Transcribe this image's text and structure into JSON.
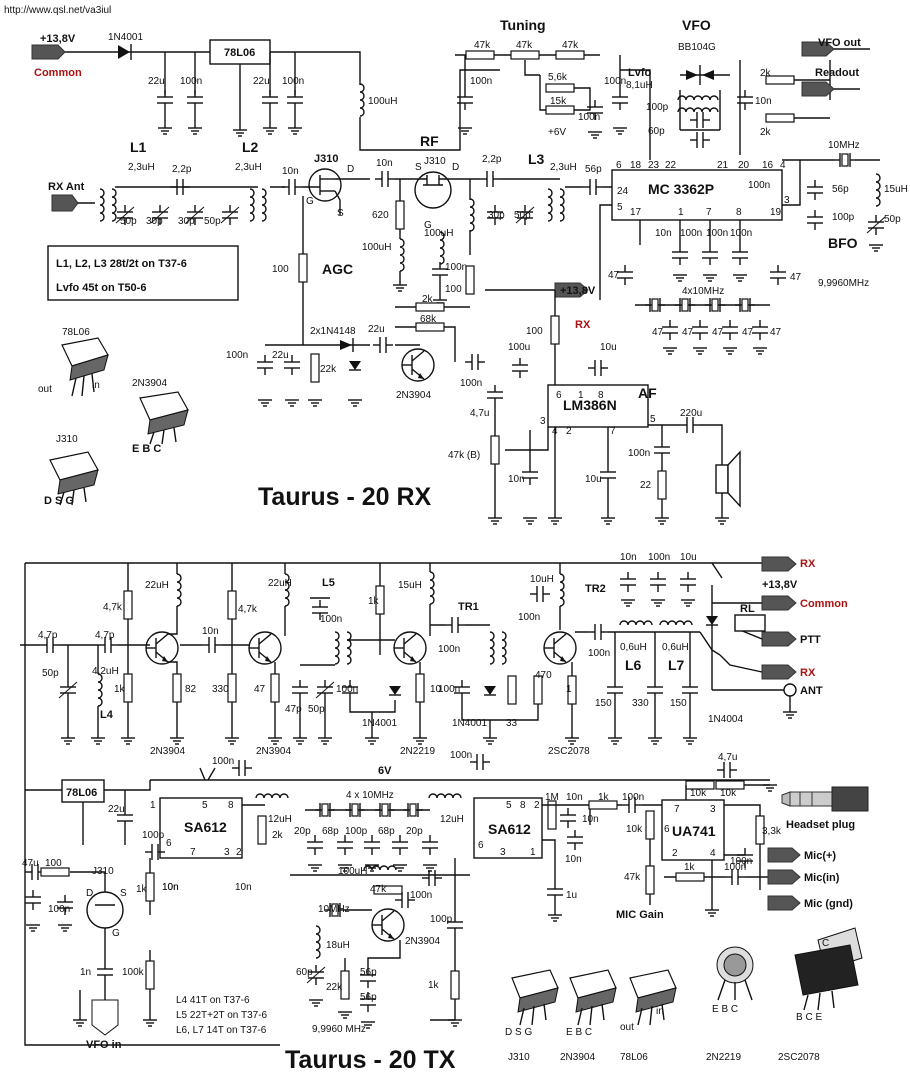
{
  "header": {
    "url": "http://www.qsl.net/va3iul"
  },
  "rx": {
    "title": "Taurus - 20 RX",
    "supply": {
      "voltage": "+13,8V",
      "common": "Common",
      "diode": "1N4001",
      "regulator": "78L06",
      "c1": "22u",
      "c2": "100n",
      "c3": "22u",
      "c4": "100n",
      "choke": "100uH"
    },
    "tuning": {
      "title": "Tuning",
      "r1": "47k",
      "r2": "47k",
      "r3": "47k",
      "r4": "5,6k",
      "r5": "15k",
      "c1": "100n",
      "c2": "100n",
      "c3": "100n",
      "bias": "+6V"
    },
    "vfo": {
      "title": "VFO",
      "varicap": "BB104G",
      "inductor_label": "Lvfo",
      "inductor": "8,1uH",
      "c1": "100p",
      "c2": "60p",
      "out": "VFO out",
      "readout": "Readout",
      "r1": "2k",
      "r2": "2k",
      "c3": "10n"
    },
    "frontend": {
      "ant": "RX Ant",
      "l1": "L1",
      "l1_val": "2,3uH",
      "l2": "L2",
      "l2_val": "2,3uH",
      "c_couple": "2,2p",
      "trims": [
        "50p",
        "30p",
        "30p",
        "50p"
      ],
      "c_out": "10n",
      "fet": "J310",
      "c_rf": "10n",
      "r_src": "620",
      "choke": "100uH",
      "pins": {
        "g": "G",
        "s": "S",
        "d": "D"
      }
    },
    "rf": {
      "title": "RF",
      "fet": "J310",
      "c1": "2,2p",
      "l3": "L3",
      "l3_val": "2,3uH",
      "c2": "56p",
      "trim1": "30p",
      "trim2": "50p",
      "choke": "100uH",
      "c3": "100n",
      "r": "100",
      "pins": {
        "s": "S",
        "d": "D",
        "g": "G"
      }
    },
    "mixer": {
      "ic": "MC 3362P",
      "pins": [
        "6",
        "18",
        "23",
        "22",
        "21",
        "20",
        "16",
        "4",
        "24",
        "5",
        "17",
        "1",
        "7",
        "8",
        "19",
        "3"
      ],
      "caps": [
        "10n",
        "100n",
        "100n",
        "100n"
      ],
      "c_in": "100n",
      "caps_side": [
        "47",
        "47"
      ]
    },
    "bfo": {
      "title": "BFO",
      "freq": "9,9960MHz",
      "xtal": "10MHz",
      "c1": "56p",
      "c2": "100p",
      "l": "15uH",
      "trim": "50p"
    },
    "filter": {
      "label": "4x10MHz",
      "caps": [
        "47",
        "47",
        "47",
        "47",
        "47"
      ]
    },
    "coil_note": {
      "line1": "L1, L2, L3  28t/2t on T37-6",
      "line2": "Lvfo  45t on T50-6"
    },
    "agc": {
      "title": "AGC",
      "diodes": "2x1N4148",
      "c1": "22u",
      "c2": "22u",
      "c3": "100n",
      "r1": "22k",
      "r2": "100",
      "r3": "2k",
      "r4": "68k",
      "c4": "100n",
      "transistor": "2N3904"
    },
    "af": {
      "title": "AF",
      "ic": "LM386N",
      "supply": "+13,8V",
      "rx_label": "RX",
      "r1": "100",
      "c1": "100u",
      "c2": "10u",
      "c3": "4,7u",
      "pot": "47k (B)",
      "c4": "10n",
      "c5": "10u",
      "c6": "100n",
      "r2": "22",
      "c7": "220u",
      "pins": [
        "6",
        "1",
        "8",
        "3",
        "4",
        "2",
        "7",
        "5"
      ]
    },
    "pinouts": {
      "reg": "78L06",
      "reg_out": "out",
      "reg_in": "in",
      "bjt": "2N3904",
      "bjt_pins": "E B C",
      "fet": "J310",
      "fet_pins": "D S G"
    }
  },
  "tx": {
    "title": "Taurus - 20 TX",
    "stage1": {
      "c1": "4,7p",
      "c2": "4,7p",
      "trim": "50p",
      "l": "4,2uH",
      "l_name": "L4",
      "r1": "4,7k",
      "r2": "1k",
      "r3": "82",
      "choke": "22uH",
      "transistor": "2N3904",
      "c3": "10n"
    },
    "stage2": {
      "r1": "4,7k",
      "r2": "330",
      "r3": "47",
      "choke": "22uH",
      "transistor": "2N3904",
      "c1": "47p",
      "trim": "50p",
      "l_name": "L5",
      "c2": "100n"
    },
    "stage3": {
      "r1": "1k",
      "c1": "100n",
      "choke": "15uH",
      "transistor": "2N2219",
      "diode": "1N4001",
      "r2": "10",
      "tr": "TR1",
      "c2": "100n"
    },
    "stage4": {
      "choke": "10uH",
      "c1": "100n",
      "tr": "TR2",
      "transistor": "2SC2078",
      "c2": "100n",
      "diode": "1N4001",
      "r1": "33",
      "r2": "470",
      "r3": "1"
    },
    "output": {
      "l6": "L6",
      "l6_val": "0,6uH",
      "l7": "L7",
      "l7_val": "0,6uH",
      "c1": "100n",
      "caps": [
        "150",
        "330",
        "150"
      ],
      "diode": "1N4004"
    },
    "switch": {
      "rx": "RX",
      "supply": "+13,8V",
      "common": "Common",
      "relay": "RL",
      "ptt": "PTT",
      "rx2": "RX",
      "ant": "ANT",
      "caps": [
        "10n",
        "100n",
        "10u"
      ]
    },
    "bus": {
      "label": "6V",
      "c1": "100n",
      "c2": "100n"
    },
    "reg": "78L06",
    "mixer1": {
      "ic": "SA612",
      "pins": [
        "5",
        "8",
        "6",
        "7",
        "3",
        "2",
        "1"
      ],
      "c1": "22u",
      "c2": "100p",
      "r": "2k",
      "l": "12uH",
      "c3": "10n",
      "c4": "10n"
    },
    "filter": {
      "label": "4 x 10MHz",
      "caps": [
        "20p",
        "68p",
        "100p",
        "68p",
        "20p"
      ],
      "l": "12uH"
    },
    "mixer2": {
      "ic": "SA612",
      "pins": [
        "5",
        "8",
        "2",
        "6",
        "3",
        "1"
      ],
      "r1": "1M",
      "c1": "10n",
      "c2": "10n",
      "c3": "10n",
      "c4": "1u",
      "c5": "100p"
    },
    "micamp": {
      "ic": "UA741",
      "pins": [
        "7",
        "3",
        "6",
        "2",
        "4"
      ],
      "r1": "1k",
      "c1": "100n",
      "r2": "10k",
      "r3": "10k",
      "r4": "3,3k",
      "r5": "10k",
      "c2": "4,7u",
      "c3": "100n",
      "pot": "47k",
      "gain": "MIC Gain",
      "r6": "1k",
      "c4": "100n",
      "plug": "Headset plug",
      "mic_pos": "Mic(+)",
      "mic_in": "Mic(in)",
      "mic_gnd": "Mic (gnd)"
    },
    "bfo": {
      "xtal": "10MHz",
      "l": "18uH",
      "trim": "60p",
      "r1": "22k",
      "c1": "56p",
      "c2": "56p",
      "choke": "100uH",
      "r2": "47k",
      "c3": "100n",
      "transistor": "2N3904",
      "pot": "1k",
      "freq": "9,9960 MHz"
    },
    "vfo_buffer": {
      "fet": "J310",
      "c1": "47u",
      "r1": "100",
      "c2": "100n",
      "r2": "1k",
      "c3": "10n",
      "c4": "1n",
      "r3": "100k",
      "vfo_in": "VFO in",
      "pins": {
        "d": "D",
        "s": "S",
        "g": "G"
      }
    },
    "coil_note": {
      "line1": "L4  41T  on T37-6",
      "line2": "L5  22T+2T  on T37-6",
      "line3": "L6, L7  14T on T37-6"
    },
    "pinouts": {
      "fet": "J310",
      "fet_pins": "D S G",
      "bjt": "2N3904",
      "bjt_pins": "E B C",
      "reg": "78L06",
      "reg_out": "out",
      "reg_in": "in",
      "t2219": "2N2219",
      "t2219_pins": "E B C",
      "t2078": "2SC2078",
      "t2078_pins": "B C E",
      "t2078_c": "C"
    }
  }
}
